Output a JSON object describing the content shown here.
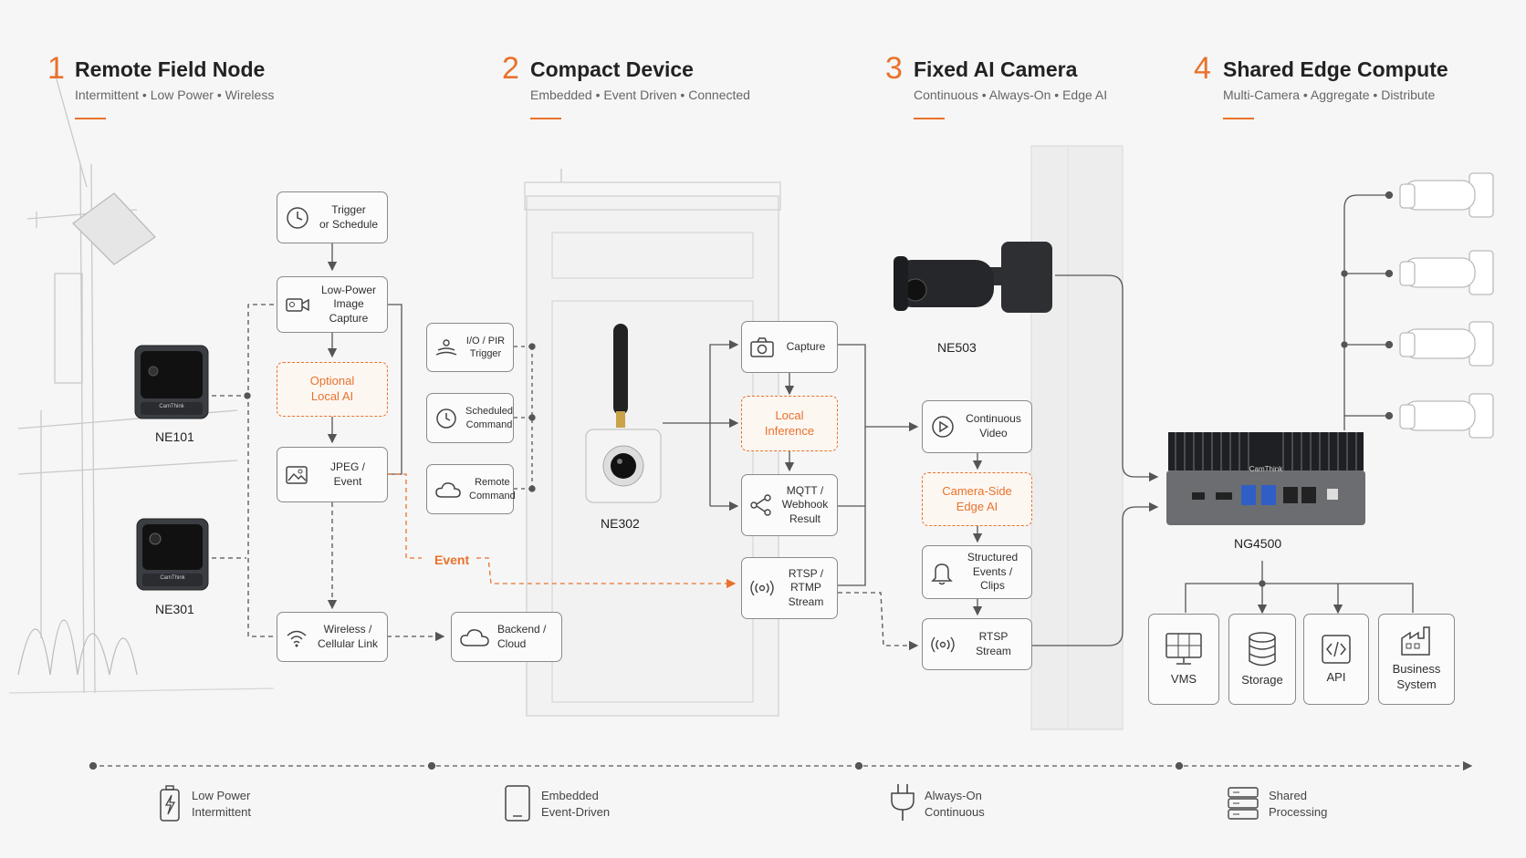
{
  "sections": [
    {
      "num": "1",
      "title": "Remote Field Node",
      "subtitle": "Intermittent • Low Power • Wireless"
    },
    {
      "num": "2",
      "title": "Compact Device",
      "subtitle": "Embedded • Event Driven • Connected"
    },
    {
      "num": "3",
      "title": "Fixed AI Camera",
      "subtitle": "Continuous • Always-On • Edge AI"
    },
    {
      "num": "4",
      "title": "Shared Edge Compute",
      "subtitle": "Multi-Camera • Aggregate • Distribute"
    }
  ],
  "devices": {
    "ne101": "NE101",
    "ne301": "NE301",
    "ne302": "NE302",
    "ne503": "NE503",
    "ng4500": "NG4500",
    "brand": "CamThink"
  },
  "flow1": {
    "trigger": "Trigger\nor Schedule",
    "capture": "Low-Power\nImage Capture",
    "optional_ai": "Optional\nLocal AI",
    "jpeg": "JPEG / Event",
    "wireless": "Wireless /\nCellular Link",
    "backend": "Backend /\nCloud",
    "event": "Event"
  },
  "flow2": {
    "io": "I/O / PIR\nTrigger",
    "scheduled": "Scheduled\nCommand",
    "remote": "Remote\nCommand",
    "capture": "Capture",
    "inference": "Local\nInference",
    "mqtt": "MQTT /\nWebhook\nResult",
    "rtsp": "RTSP /\nRTMP\nStream"
  },
  "flow3": {
    "video": "Continuous\nVideo",
    "edge_ai": "Camera-Side\nEdge AI",
    "events": "Structured\nEvents / Clips",
    "rtsp": "RTSP\nStream"
  },
  "flow4": {
    "vms": "VMS",
    "storage": "Storage",
    "api": "API",
    "business": "Business\nSystem"
  },
  "footer": [
    {
      "icon": "battery-icon",
      "text": "Low Power\nIntermittent"
    },
    {
      "icon": "tablet-icon",
      "text": "Embedded\nEvent-Driven"
    },
    {
      "icon": "plug-icon",
      "text": "Always-On\nContinuous"
    },
    {
      "icon": "server-icon",
      "text": "Shared\nProcessing"
    }
  ],
  "colors": {
    "accent": "#e8722c",
    "line": "#555555",
    "box_border": "#8a8a8a"
  }
}
